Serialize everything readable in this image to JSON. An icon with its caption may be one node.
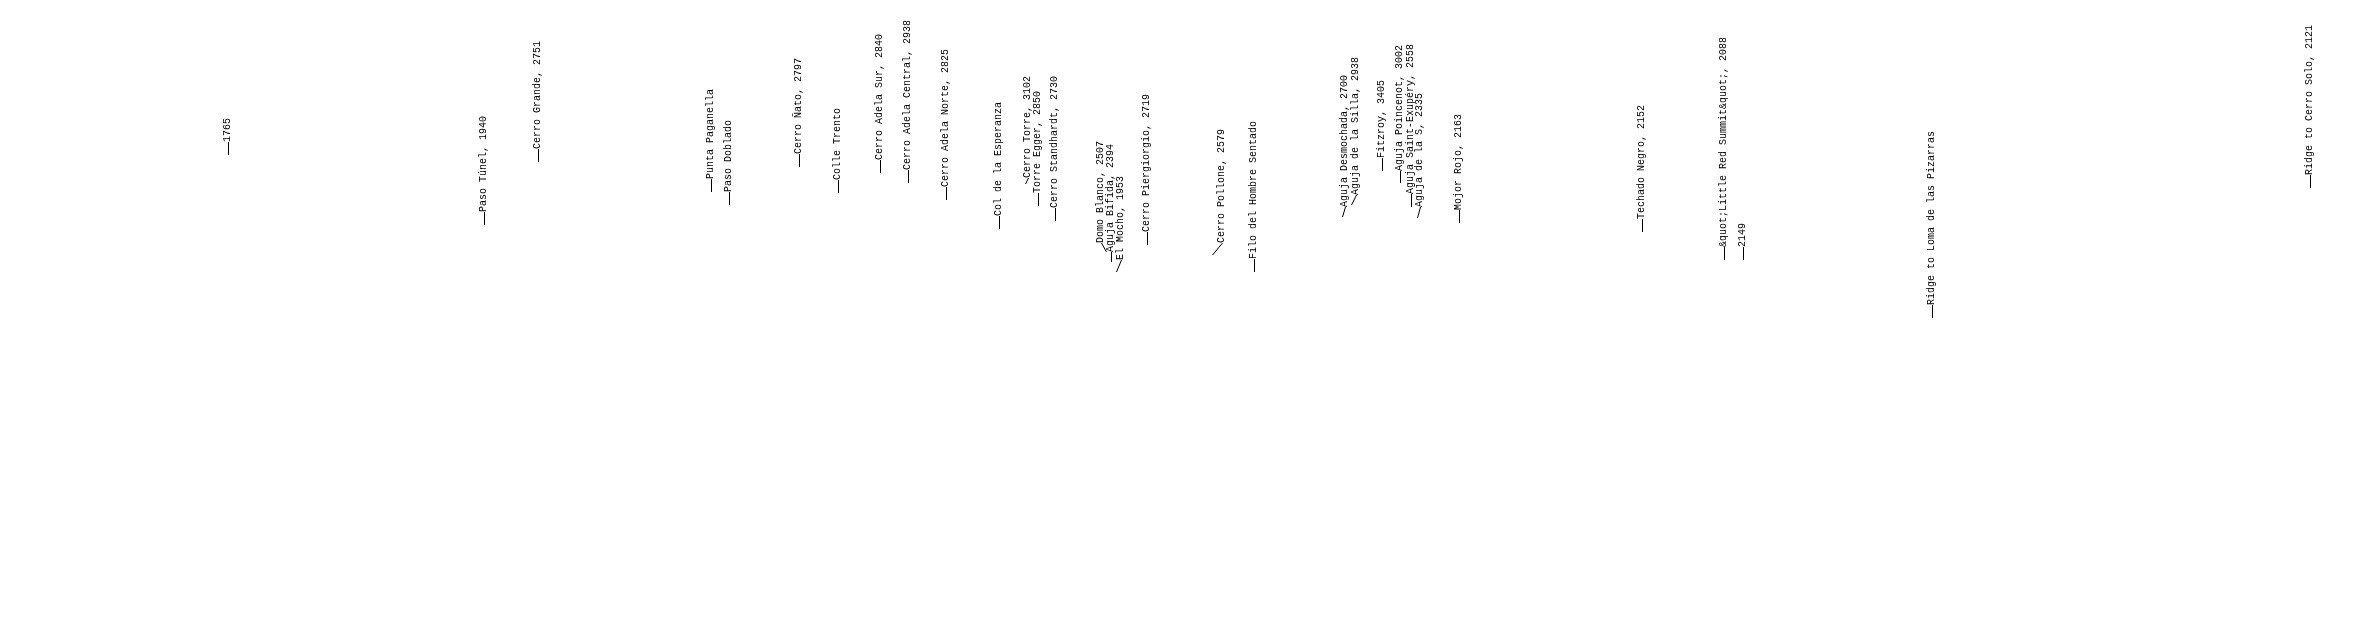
{
  "diagram": {
    "nodes": [
      {
        "text": [
          "1765"
        ]
      },
      {
        "text": [
          "Paso Túnel, 1940"
        ]
      },
      {
        "text": [
          "Cerro Grande, 2751"
        ]
      },
      {
        "text": [
          "Punta Paganella"
        ]
      },
      {
        "text": [
          "Paso Doblado"
        ]
      },
      {
        "text": [
          "Cerro Ñato, 2797"
        ]
      },
      {
        "text": [
          "Colle Trento"
        ]
      },
      {
        "text": [
          "Cerro Adela Sur, 2840"
        ]
      },
      {
        "text": [
          "Cerro Adela Central, 2938"
        ]
      },
      {
        "text": [
          "Cerro Adela Norte, 2825"
        ]
      },
      {
        "text": [
          "Col de la Esperanza"
        ]
      },
      {
        "text": [
          "Cerro Torre, 3102"
        ]
      },
      {
        "text": [
          "Torre Egger, 2850"
        ]
      },
      {
        "text": [
          "Cerro Standhardt, 2730"
        ]
      },
      {
        "text": [
          "Domo Blanco, 2507"
        ]
      },
      {
        "text": [
          "Aguja Bifida, 2394"
        ]
      },
      {
        "text": [
          "El Mocho, 1953"
        ]
      },
      {
        "text": [
          "Cerro Piergiorgio, 2719"
        ]
      },
      {
        "text": [
          "Cerro Pollone, 2579"
        ]
      },
      {
        "text": [
          "Filo del Hombre Sentado"
        ]
      },
      {
        "text": [
          "Aguja Desmochada, 2700"
        ]
      },
      {
        "text": [
          "Aguja de la Silla, 2938"
        ]
      },
      {
        "text": [
          "Fitzroy, 3405"
        ]
      },
      {
        "text": [
          "Aguja Poincenot, 3002"
        ]
      },
      {
        "text": [
          "Aguja Saint-Exupéry, 2558"
        ]
      },
      {
        "text": [
          "Aguja de la S, 2335"
        ]
      },
      {
        "text": [
          "Mojor Rojo, 2163"
        ]
      },
      {
        "text": [
          "Techado Negro, 2152"
        ]
      },
      {
        "text": [
          "&quot;Little Red Summit&quot;, 2088"
        ]
      },
      {
        "text": [
          "2149"
        ]
      },
      {
        "text": [
          "Ridge to Loma de las Pizarras"
        ]
      },
      {
        "text": [
          "Ridge to Cerro Solo, 2121"
        ]
      }
    ]
  }
}
